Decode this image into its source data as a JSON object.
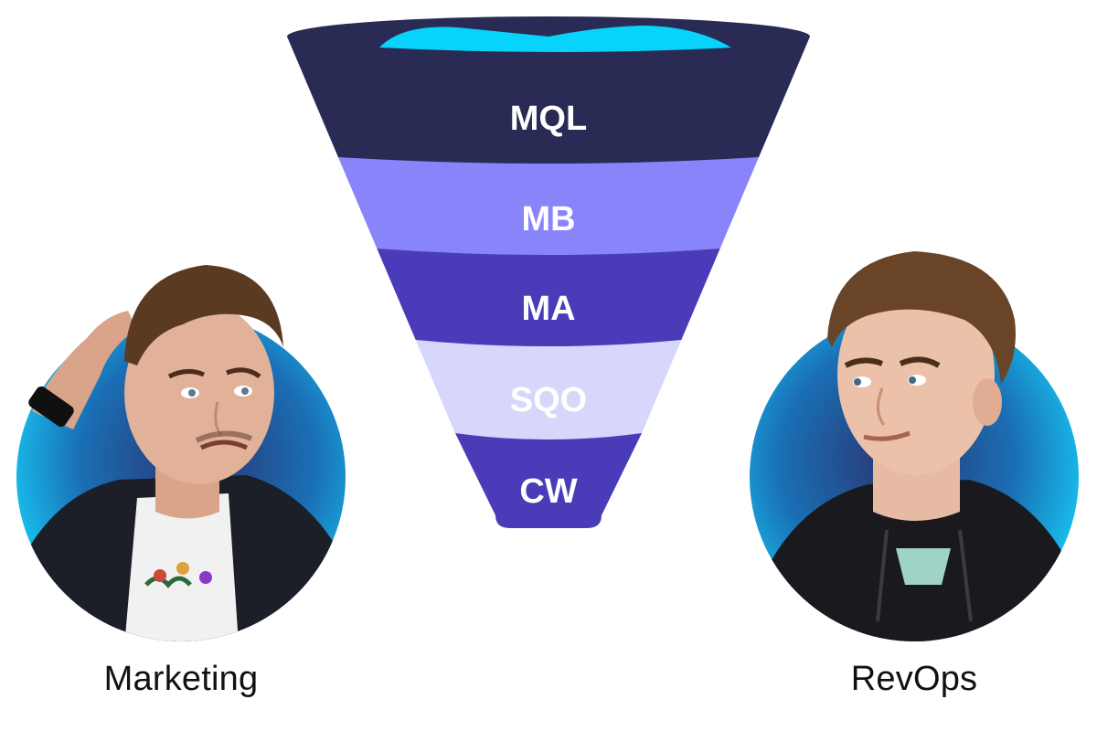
{
  "funnel": {
    "stages": [
      {
        "label": "MQL",
        "color": "#292b54"
      },
      {
        "label": "MB",
        "color": "#8a84fb"
      },
      {
        "label": "MA",
        "color": "#4a3cb8"
      },
      {
        "label": "SQO",
        "color": "#d7d6fb"
      },
      {
        "label": "CW",
        "color": "#4a3cb8"
      }
    ],
    "liquid_color": "#07d3fb",
    "label_color": "#ffffff",
    "sqo_label_color": "#292b54"
  },
  "people": {
    "left": {
      "label": "Marketing",
      "ring_color": "#17c6f2"
    },
    "right": {
      "label": "RevOps",
      "ring_color": "#17c6f2"
    }
  }
}
